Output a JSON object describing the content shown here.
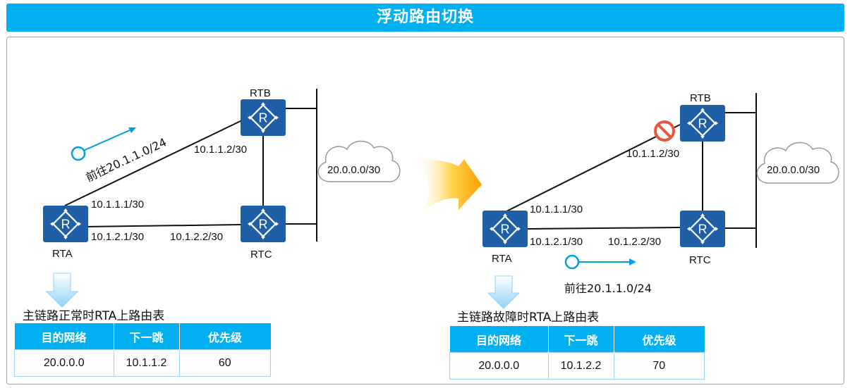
{
  "title": "浮动路由切换",
  "left": {
    "rtb": "RTB",
    "rta": "RTA",
    "rtc": "RTC",
    "cloud": "20.0.0.0/30",
    "ip_rtb_a": "10.1.1.2/30",
    "ip_rta_b": "10.1.1.1/30",
    "ip_rta_c": "10.1.2.1/30",
    "ip_rtc_a": "10.1.2.2/30",
    "flow_label": "前往20.1.1.0/24",
    "caption": "主链路正常时RTA上路由表",
    "table": {
      "headers": [
        "目的网络",
        "下一跳",
        "优先级"
      ],
      "row": [
        "20.0.0.0",
        "10.1.1.2",
        "60"
      ]
    }
  },
  "right": {
    "rtb": "RTB",
    "rta": "RTA",
    "rtc": "RTC",
    "cloud": "20.0.0.0/30",
    "ip_rtb_a": "10.1.1.2/30",
    "ip_rta_b": "10.1.1.1/30",
    "ip_rta_c": "10.1.2.1/30",
    "ip_rtc_a": "10.1.2.2/30",
    "flow_label": "前往20.1.1.0/24",
    "caption": "主链路故障时RTA上路由表",
    "table": {
      "headers": [
        "目的网络",
        "下一跳",
        "优先级"
      ],
      "row": [
        "20.0.0.0",
        "10.1.2.2",
        "70"
      ]
    }
  },
  "colors": {
    "accent": "#00b0f0",
    "router": "#1f5fa8",
    "fault": "#e8563f",
    "transition": "#ffb300"
  }
}
